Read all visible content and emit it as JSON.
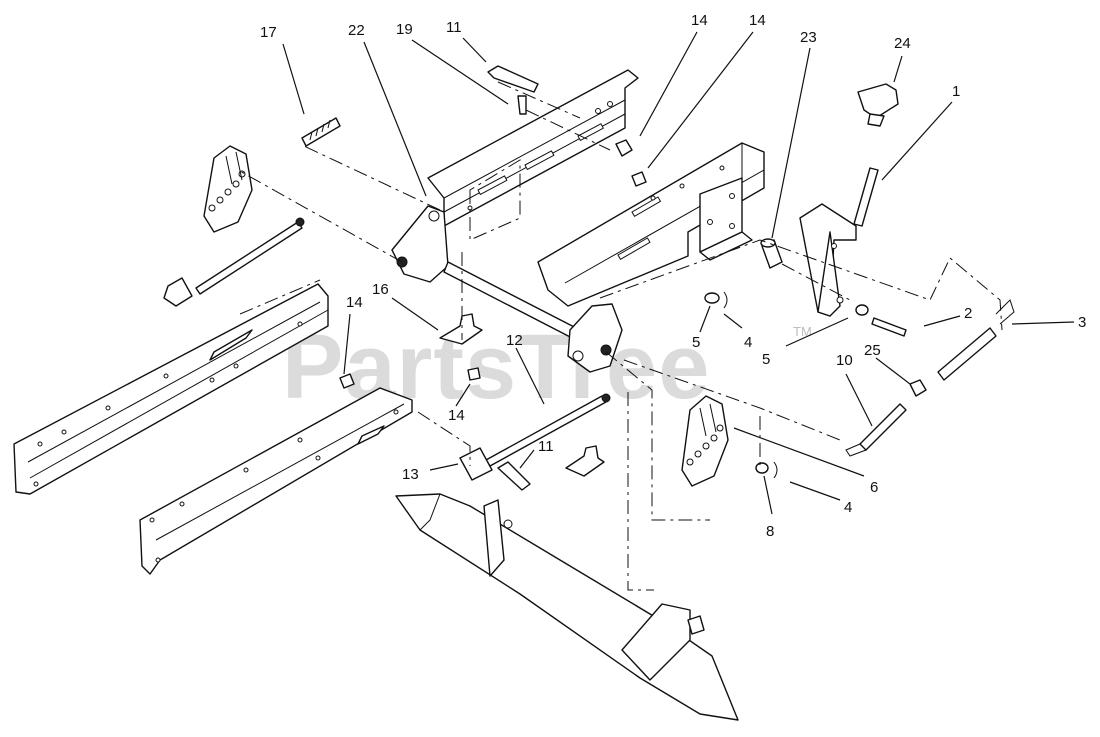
{
  "watermark": {
    "text": "PartsTree",
    "trademark": "TM"
  },
  "callouts": [
    {
      "id": "c17",
      "label": "17"
    },
    {
      "id": "c22",
      "label": "22"
    },
    {
      "id": "c19",
      "label": "19"
    },
    {
      "id": "c11a",
      "label": "11"
    },
    {
      "id": "c14a",
      "label": "14"
    },
    {
      "id": "c14b",
      "label": "14"
    },
    {
      "id": "c23",
      "label": "23"
    },
    {
      "id": "c24",
      "label": "24"
    },
    {
      "id": "c1",
      "label": "1"
    },
    {
      "id": "c2",
      "label": "2"
    },
    {
      "id": "c3",
      "label": "3"
    },
    {
      "id": "c14c",
      "label": "14"
    },
    {
      "id": "c16",
      "label": "16"
    },
    {
      "id": "c12",
      "label": "12"
    },
    {
      "id": "c5a",
      "label": "5"
    },
    {
      "id": "c4a",
      "label": "4"
    },
    {
      "id": "c5b",
      "label": "5"
    },
    {
      "id": "c25",
      "label": "25"
    },
    {
      "id": "c10",
      "label": "10"
    },
    {
      "id": "c14d",
      "label": "14"
    },
    {
      "id": "c11b",
      "label": "11"
    },
    {
      "id": "c13",
      "label": "13"
    },
    {
      "id": "c6",
      "label": "6"
    },
    {
      "id": "c4b",
      "label": "4"
    },
    {
      "id": "c8",
      "label": "8"
    }
  ]
}
